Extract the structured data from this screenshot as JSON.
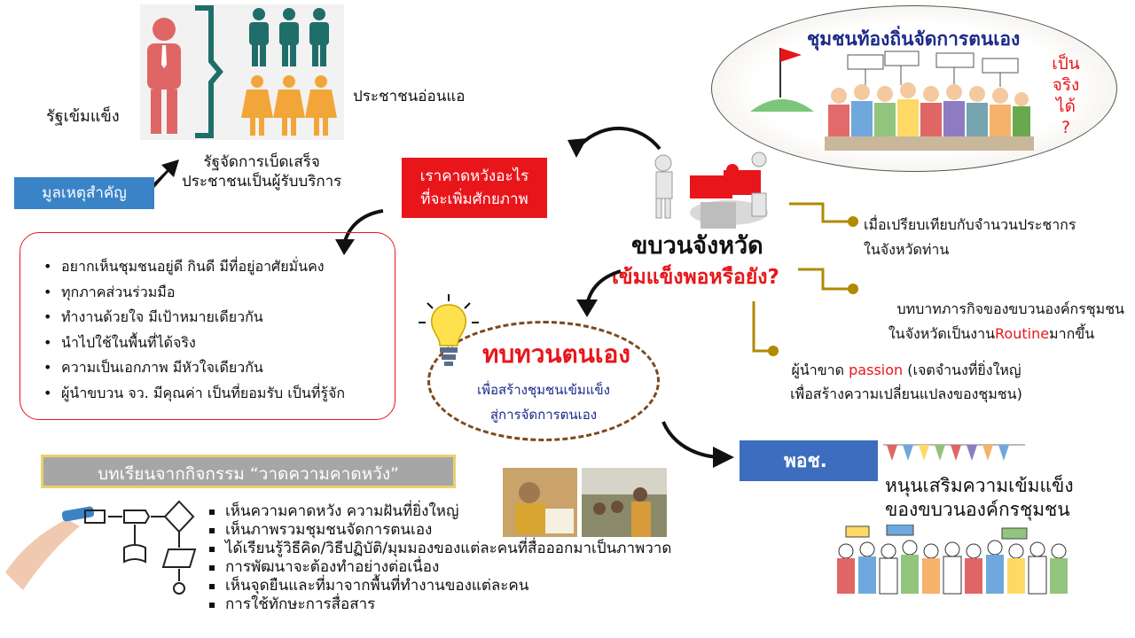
{
  "left_top": {
    "strong_state": "รัฐเข้มแข็ง",
    "weak_people": "ประชาชนอ่อนแอ",
    "caption_line1": "รัฐจัดการเบ็ดเสร็จ",
    "caption_line2": "ประชาชนเป็นผู้รับบริการ",
    "reason_label": "มูลเหตุสำคัญ"
  },
  "expect_box": {
    "line1": "เราคาดหวังอะไร",
    "line2": "ที่จะเพิ่มศักยภาพ"
  },
  "expect_list": [
    "อยากเห็นชุมชนอยู่ดี  กินดี  มีที่อยู่อาศัยมั่นคง",
    "ทุกภาคส่วนร่วมมือ",
    "ทำงานด้วยใจ  มีเป้าหมายเดียวกัน",
    "นำไปใช้ในพื้นที่ได้จริง",
    "ความเป็นเอกภาพ  มีหัวใจเดียวกัน",
    "ผู้นำขบวน  จว.  มีคุณค่า  เป็นที่ยอมรับ  เป็นที่รู้จัก"
  ],
  "oval_top": {
    "title": "ชุมชนท้องถิ่นจัดการตนเอง",
    "q1": "เป็น",
    "q2": "จริง",
    "q3": "ได้",
    "q4": "?"
  },
  "center": {
    "title": "ขบวนจังหวัด",
    "question": "เข้มแข็งพอหรือยัง?"
  },
  "right_points": {
    "p1_line1": "เมื่อเปรียบเทียบกับจำนวนประชากร",
    "p1_line2": "ในจังหวัดท่าน",
    "p2_line1": "บทบาทภารกิจของขบวนองค์กรชุมชน",
    "p2_pre": "ในจังหวัดเป็นงาน",
    "p2_red": "Routine",
    "p2_post": "มากขึ้น",
    "p3_pre": "ผู้นำขาด  ",
    "p3_red": "passion",
    "p3_post": "  (เจตจำนงที่ยิ่งใหญ่",
    "p3_line2": "เพื่อสร้างความเปลี่ยนแปลงของชุมชน)"
  },
  "review": {
    "title": "ทบทวนตนเอง",
    "line1": "เพื่อสร้างชุมชนเข้มแข็ง",
    "line2": "สู่การจัดการตนเอง"
  },
  "podc": {
    "label": "พอช.",
    "line1": "หนุนเสริมความเข้มแข็ง",
    "line2": "ของขบวนองค์กรชุมชน"
  },
  "lesson": {
    "title": "บทเรียนจากกิจกรรม “วาดความคาดหวัง”",
    "items": [
      "เห็นความคาดหวัง ความฝันที่ยิ่งใหญ่",
      "เห็นภาพรวมชุมชนจัดการตนเอง",
      "ได้เรียนรู้วิธีคิด/วิธีปฏิบัติ/มุมมองของแต่ละคนที่สื่อออกมาเป็นภาพวาด",
      "การพัฒนาจะต้องทำอย่างต่อเนื่อง",
      "เห็นจุดยืนและที่มาจากพื้นที่ทำงานของแต่ละคน",
      "การใช้ทักษะการสื่อสาร"
    ]
  },
  "colors": {
    "red": "#e8161b",
    "blue_box": "#3a83c6",
    "navy_box": "#3c6dbf",
    "gold": "#b08a00",
    "brown": "#7a4a1e",
    "teal": "#1f6e6a",
    "orange": "#f2a63a"
  }
}
